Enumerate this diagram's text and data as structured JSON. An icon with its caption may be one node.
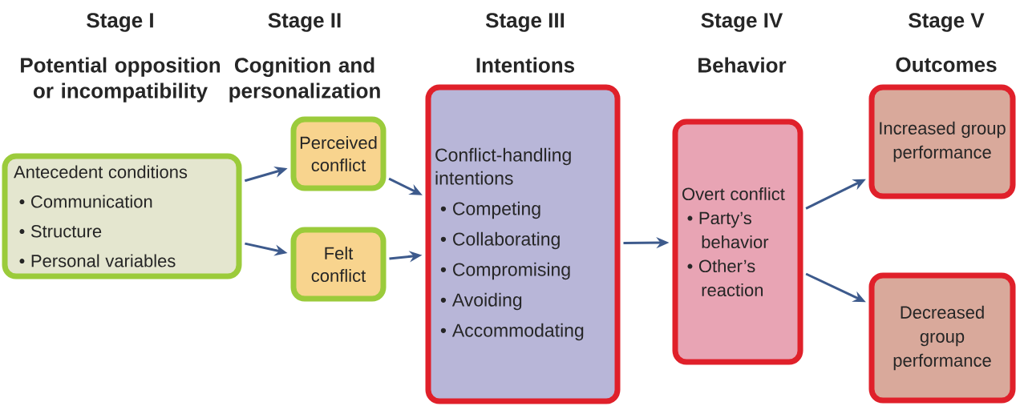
{
  "diagram": {
    "nodes": [
      {
        "text": [
          "Antecedent conditions",
          "• Communication",
          "• Structure",
          "• Personal variables"
        ]
      },
      {
        "text": [
          "Perceived conflict"
        ]
      },
      {
        "text": [
          "Felt conflict"
        ]
      },
      {
        "text": [
          "Conflict-handling intentions",
          "• Competing",
          "• Collaborating",
          "• Compromising",
          "• Avoiding",
          "• Accommodating"
        ]
      },
      {
        "text": [
          "Overt conflict",
          "• Party’s behavior",
          "• Other’s reaction"
        ]
      },
      {
        "text": [
          "Increased group performance"
        ]
      },
      {
        "text": [
          "Decreased group performance"
        ]
      }
    ],
    "edges": [
      {
        "from": 0,
        "to": 1,
        "arrow": "to"
      },
      {
        "from": 0,
        "to": 2,
        "arrow": "to"
      },
      {
        "from": 1,
        "to": 3,
        "arrow": "to"
      },
      {
        "from": 2,
        "to": 3,
        "arrow": "to"
      },
      {
        "from": 3,
        "to": 4,
        "arrow": "to"
      },
      {
        "from": 4,
        "to": 5,
        "arrow": "to"
      },
      {
        "from": 4,
        "to": 6,
        "arrow": "to"
      }
    ],
    "labels": [
      "Stage I",
      "Stage II",
      "Stage III",
      "Stage IV",
      "Stage V",
      "Potential opposition or incompatibility",
      "Cognition and personalization",
      "Intentions",
      "Behavior",
      "Outcomes"
    ]
  }
}
